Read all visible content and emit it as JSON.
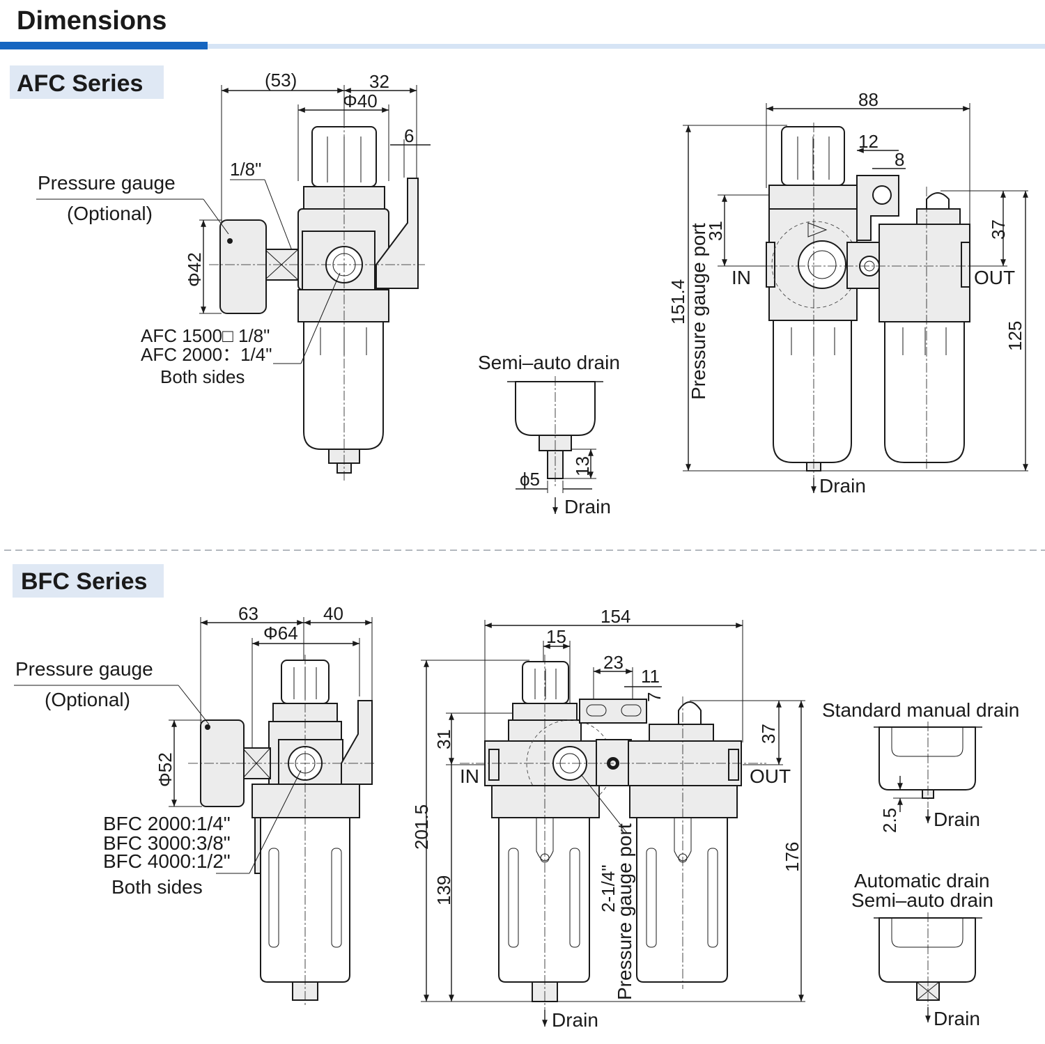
{
  "page_title": "Dimensions",
  "afc": {
    "series_title": "AFC Series",
    "left": {
      "pressure_gauge": "Pressure gauge",
      "optional": "(Optional)",
      "dims": {
        "d53": "(53)",
        "d32": "32",
        "phi40": "Φ40",
        "d6": "6",
        "phi42": "Φ42",
        "port18": "1/8\""
      },
      "port_line1": "AFC 1500□ 1/8\"",
      "port_line2": "AFC 2000：1/4\"",
      "port_line3": "Both sides"
    },
    "semi_auto": {
      "title": "Semi–auto drain",
      "phi5": "ϕ5",
      "d13": "13",
      "drain": "Drain"
    },
    "right": {
      "dims": {
        "d88": "88",
        "d12": "12",
        "d8": "8",
        "d31": "31",
        "d37": "37",
        "d151_4": "151.4",
        "d125": "125"
      },
      "pressure_gauge_port": "Pressure gauge port",
      "in": "IN",
      "out": "OUT",
      "drain": "Drain"
    }
  },
  "bfc": {
    "series_title": "BFC Series",
    "left": {
      "pressure_gauge": "Pressure gauge",
      "optional": "(Optional)",
      "dims": {
        "d63": "63",
        "d40": "40",
        "phi64": "Φ64",
        "phi52": "Φ52"
      },
      "port_line1": "BFC 2000:1/4\"",
      "port_line2": "BFC 3000:3/8\"",
      "port_line3": "BFC 4000:1/2\"",
      "port_line4": "Both sides"
    },
    "middle": {
      "dims": {
        "d154": "154",
        "d15": "15",
        "d23": "23",
        "d11": "11",
        "d7": "7",
        "d31": "31",
        "d37": "37",
        "d201_5": "201.5",
        "d139": "139",
        "d176": "176"
      },
      "gauge_port_size": "2-1/4\"",
      "pressure_gauge_port": "Pressure gauge port",
      "in": "IN",
      "out": "OUT",
      "drain": "Drain"
    },
    "std_manual": {
      "title": "Standard manual drain",
      "d2_5": "2.5",
      "drain": "Drain"
    },
    "auto": {
      "title1": "Automatic drain",
      "title2": "Semi–auto drain",
      "drain": "Drain"
    }
  }
}
